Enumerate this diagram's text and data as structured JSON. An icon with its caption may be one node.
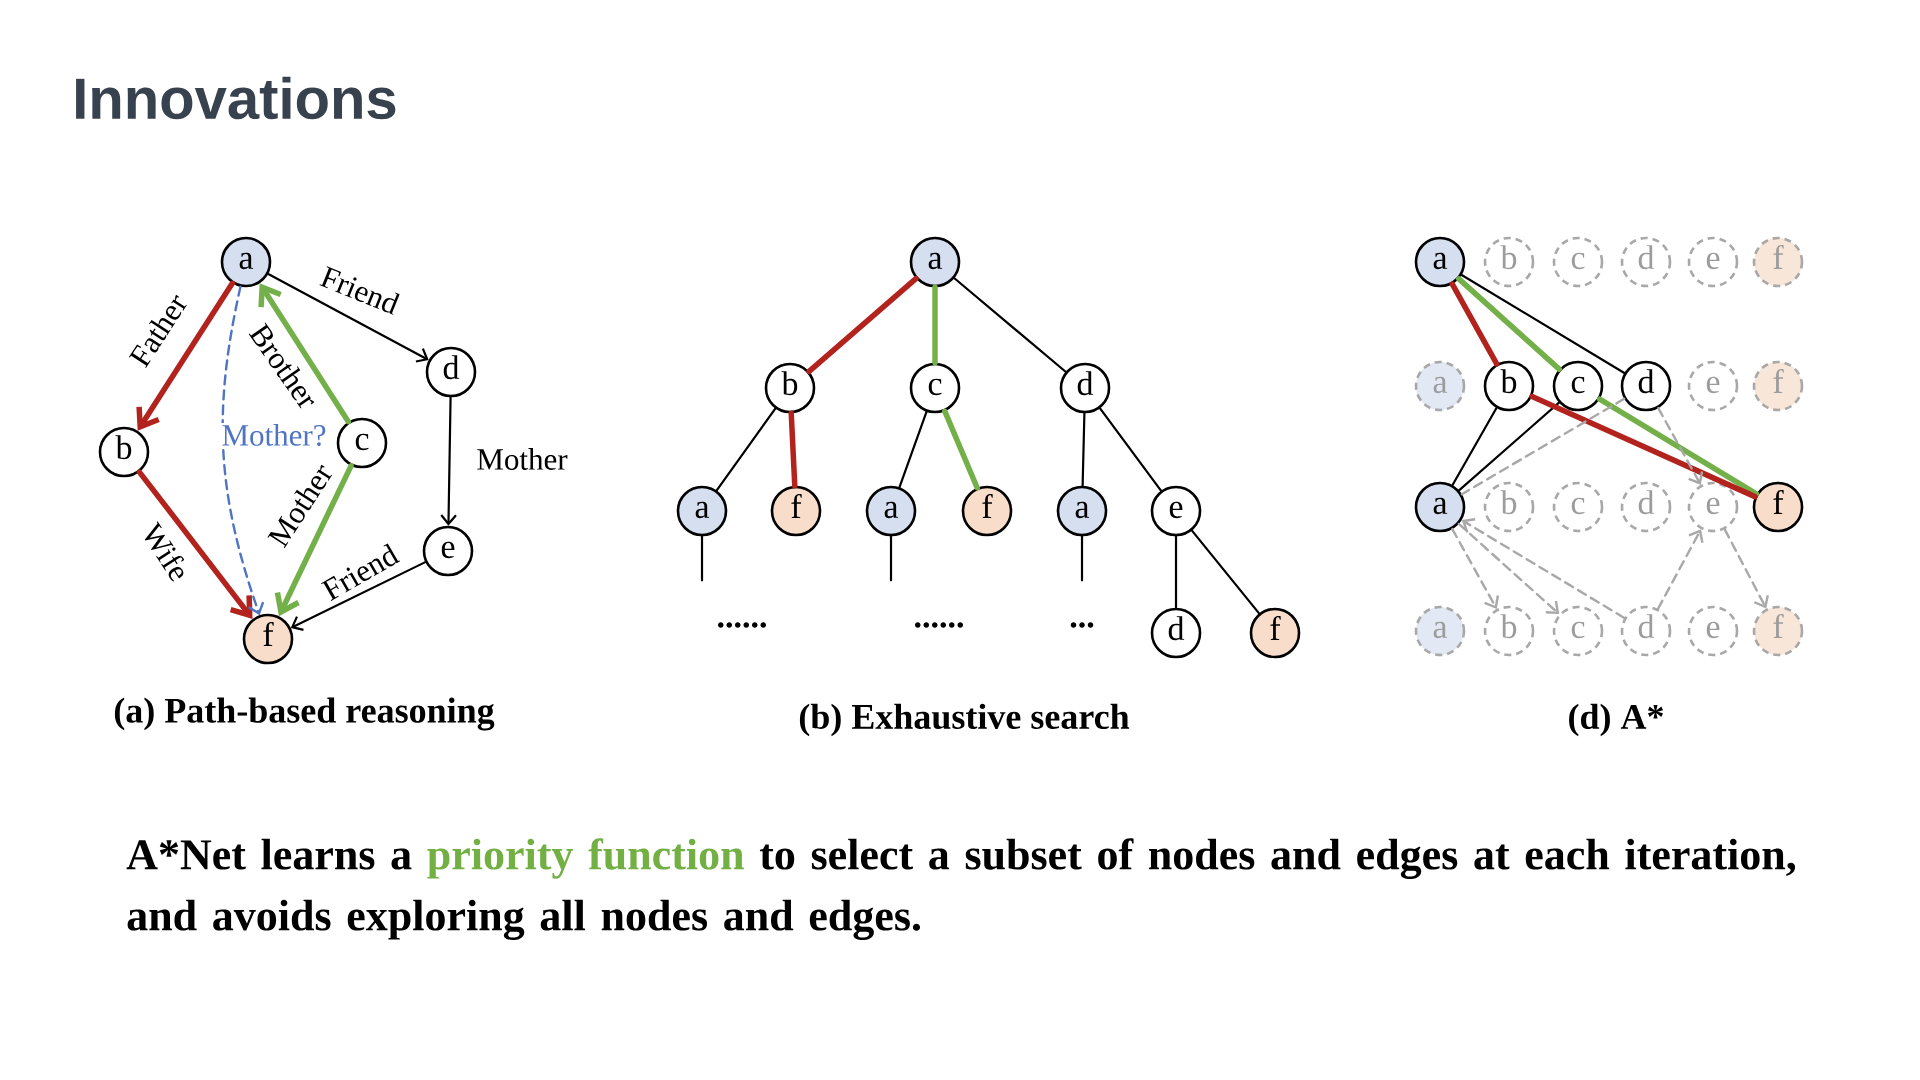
{
  "diagram": {
    "title": "Innovations",
    "nodes": [
      {
        "text": [
          "a"
        ]
      },
      {
        "text": [
          "b"
        ]
      },
      {
        "text": [
          "c"
        ]
      },
      {
        "text": [
          "d"
        ]
      },
      {
        "text": [
          "e"
        ]
      },
      {
        "text": [
          "f"
        ]
      },
      {
        "text": [
          "a"
        ]
      },
      {
        "text": [
          "b"
        ]
      },
      {
        "text": [
          "c"
        ]
      },
      {
        "text": [
          "d"
        ]
      },
      {
        "text": [
          "a"
        ]
      },
      {
        "text": [
          "f"
        ]
      },
      {
        "text": [
          "a"
        ]
      },
      {
        "text": [
          "f"
        ]
      },
      {
        "text": [
          "a"
        ]
      },
      {
        "text": [
          "e"
        ]
      },
      {
        "text": [
          "d"
        ]
      },
      {
        "text": [
          "f"
        ]
      },
      {
        "text": [
          "a"
        ]
      },
      {
        "text": [
          "b"
        ]
      },
      {
        "text": [
          "c"
        ]
      },
      {
        "text": [
          "d"
        ]
      },
      {
        "text": [
          "e"
        ]
      },
      {
        "text": [
          "f"
        ]
      },
      {
        "text": [
          "a"
        ]
      },
      {
        "text": [
          "b"
        ]
      },
      {
        "text": [
          "c"
        ]
      },
      {
        "text": [
          "d"
        ]
      },
      {
        "text": [
          "e"
        ]
      },
      {
        "text": [
          "f"
        ]
      },
      {
        "text": [
          "a"
        ]
      },
      {
        "text": [
          "b"
        ]
      },
      {
        "text": [
          "c"
        ]
      },
      {
        "text": [
          "d"
        ]
      },
      {
        "text": [
          "e"
        ]
      },
      {
        "text": [
          "f"
        ]
      },
      {
        "text": [
          "a"
        ]
      },
      {
        "text": [
          "b"
        ]
      },
      {
        "text": [
          "c"
        ]
      },
      {
        "text": [
          "d"
        ]
      },
      {
        "text": [
          "e"
        ]
      },
      {
        "text": [
          "f"
        ]
      }
    ],
    "edges": [
      {
        "from": 0,
        "to": 1,
        "arrow": "to",
        "label": "Father",
        "style": "thick",
        "color": "#b3231d"
      },
      {
        "from": 1,
        "to": 5,
        "arrow": "to",
        "label": "Wife",
        "style": "thick",
        "color": "#b3231d"
      },
      {
        "from": 2,
        "to": 0,
        "arrow": "to",
        "label": "Brother",
        "style": "thick",
        "color": "#74b04a"
      },
      {
        "from": 2,
        "to": 5,
        "arrow": "to",
        "label": "Mother",
        "style": "thick",
        "color": "#74b04a"
      },
      {
        "from": 0,
        "to": 3,
        "arrow": "to",
        "label": "Friend"
      },
      {
        "from": 3,
        "to": 4,
        "arrow": "to",
        "label": "Mother"
      },
      {
        "from": 4,
        "to": 5,
        "arrow": "to",
        "label": "Friend"
      },
      {
        "from": 0,
        "to": 5,
        "arrow": "to",
        "label": "Mother?",
        "style": "dashed",
        "color": "#4f74c4"
      },
      {
        "from": 6,
        "to": 7,
        "arrow": "none",
        "style": "thick",
        "color": "#b3231d"
      },
      {
        "from": 6,
        "to": 8,
        "arrow": "none",
        "style": "thick",
        "color": "#74b04a"
      },
      {
        "from": 6,
        "to": 9,
        "arrow": "none"
      },
      {
        "from": 7,
        "to": 10,
        "arrow": "none"
      },
      {
        "from": 7,
        "to": 11,
        "arrow": "none",
        "style": "thick",
        "color": "#b3231d"
      },
      {
        "from": 8,
        "to": 12,
        "arrow": "none"
      },
      {
        "from": 8,
        "to": 13,
        "arrow": "none",
        "style": "thick",
        "color": "#74b04a"
      },
      {
        "from": 9,
        "to": 14,
        "arrow": "none"
      },
      {
        "from": 9,
        "to": 15,
        "arrow": "none"
      },
      {
        "from": 15,
        "to": 16,
        "arrow": "none"
      },
      {
        "from": 15,
        "to": 17,
        "arrow": "none"
      },
      {
        "from": 10,
        "to": null,
        "arrow": "none"
      },
      {
        "from": 12,
        "to": null,
        "arrow": "none"
      },
      {
        "from": 14,
        "to": null,
        "arrow": "none"
      },
      {
        "from": 18,
        "to": 27,
        "arrow": "none"
      },
      {
        "from": 18,
        "to": 26,
        "arrow": "none",
        "style": "thick",
        "color": "#74b04a"
      },
      {
        "from": 18,
        "to": 25,
        "arrow": "none",
        "style": "thick",
        "color": "#b3231d"
      },
      {
        "from": 25,
        "to": 30,
        "arrow": "none"
      },
      {
        "from": 26,
        "to": 30,
        "arrow": "none"
      },
      {
        "from": 26,
        "to": 35,
        "arrow": "none",
        "style": "thick",
        "color": "#74b04a"
      },
      {
        "from": 25,
        "to": 35,
        "arrow": "none",
        "style": "thick",
        "color": "#b3231d"
      },
      {
        "from": 27,
        "to": 34,
        "arrow": "to",
        "style": "dashed",
        "color": "#a8a8a8"
      },
      {
        "from": 27,
        "to": 30,
        "arrow": "none",
        "style": "dashed",
        "color": "#a8a8a8"
      },
      {
        "from": 30,
        "to": 37,
        "arrow": "to",
        "style": "dashed",
        "color": "#a8a8a8"
      },
      {
        "from": 30,
        "to": 38,
        "arrow": "to",
        "style": "dashed",
        "color": "#a8a8a8"
      },
      {
        "from": 39,
        "to": 30,
        "arrow": "to",
        "style": "dashed",
        "color": "#a8a8a8"
      },
      {
        "from": 39,
        "to": 34,
        "arrow": "to",
        "style": "dashed",
        "color": "#a8a8a8"
      },
      {
        "from": 34,
        "to": 41,
        "arrow": "to",
        "style": "dashed",
        "color": "#a8a8a8"
      }
    ],
    "labels": [
      "......",
      "......",
      "...",
      "(a) Path-based reasoning",
      "(b) Exhaustive search",
      "(d) A*",
      "A*Net learns a",
      "priority function",
      "to select a subset of nodes and edges at each iteration, and avoids exploring all nodes and edges."
    ]
  }
}
